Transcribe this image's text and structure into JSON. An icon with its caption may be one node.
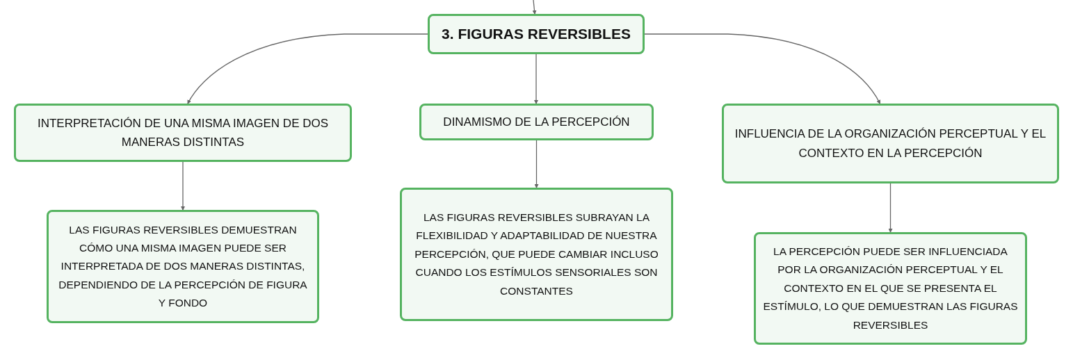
{
  "diagram": {
    "nodes": [
      {
        "text": [
          "3. FIGURAS REVERSIBLES"
        ]
      },
      {
        "text": [
          "INTERPRETACIÓN DE UNA MISMA IMAGEN DE DOS MANERAS DISTINTAS"
        ]
      },
      {
        "text": [
          "DINAMISMO DE LA PERCEPCIÓN"
        ]
      },
      {
        "text": [
          "INFLUENCIA DE LA ORGANIZACIÓN PERCEPTUAL Y EL CONTEXTO EN LA PERCEPCIÓN"
        ]
      },
      {
        "text": [
          "LAS FIGURAS REVERSIBLES DEMUESTRAN CÓMO UNA MISMA IMAGEN PUEDE SER INTERPRETADA DE DOS MANERAS DISTINTAS, DEPENDIENDO DE LA PERCEPCIÓN DE FIGURA Y FONDO"
        ]
      },
      {
        "text": [
          "LAS FIGURAS REVERSIBLES SUBRAYAN LA FLEXIBILIDAD Y ADAPTABILIDAD DE NUESTRA PERCEPCIÓN, QUE PUEDE CAMBIAR INCLUSO CUANDO LOS ESTÍMULOS SENSORIALES SON CONSTANTES"
        ]
      },
      {
        "text": [
          "LA PERCEPCIÓN PUEDE SER INFLUENCIADA POR LA ORGANIZACIÓN PERCEPTUAL Y EL CONTEXTO EN EL QUE SE PRESENTA EL ESTÍMULO, LO QUE DEMUESTRAN LAS FIGURAS REVERSIBLES"
        ]
      }
    ],
    "edges": [
      {
        "from": null,
        "to": 0,
        "arrow": "to"
      },
      {
        "from": 0,
        "to": 1,
        "arrow": "to"
      },
      {
        "from": 0,
        "to": 2,
        "arrow": "to"
      },
      {
        "from": 0,
        "to": 3,
        "arrow": "to"
      },
      {
        "from": 1,
        "to": 4,
        "arrow": "to"
      },
      {
        "from": 2,
        "to": 5,
        "arrow": "to"
      },
      {
        "from": 3,
        "to": 6,
        "arrow": "to"
      }
    ]
  }
}
